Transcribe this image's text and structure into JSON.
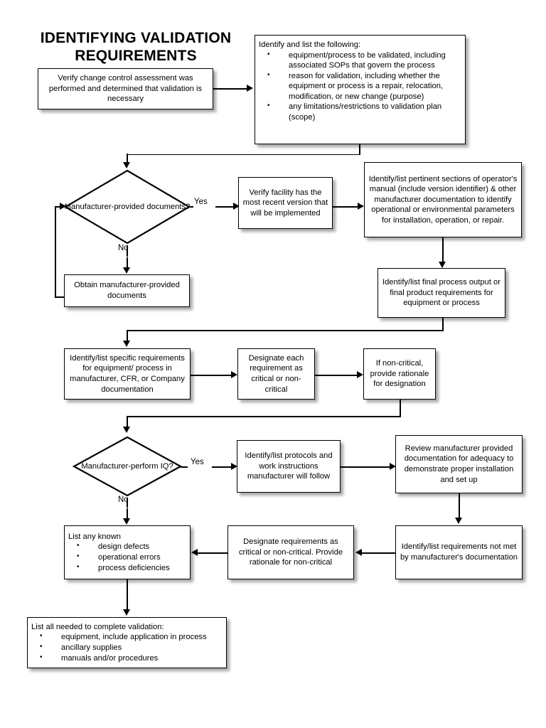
{
  "diagram": {
    "title": "IDENTIFYING VALIDATION REQUIREMENTS",
    "type": "flowchart"
  },
  "nodes": {
    "verify_change_control": {
      "text": "Verify change control assessment was performed and determined that validation is necessary"
    },
    "identify_and_list": {
      "lead": "Identify and list the following:",
      "bullets": [
        "equipment/process to be validated, including associated SOPs that govern the process",
        "reason for validation, including whether the equipment or process is a repair, relocation, modification, or new change (purpose)",
        "any limitations/restrictions to validation plan (scope)"
      ]
    },
    "manufacturer_provided_docs": {
      "text": "Manufacturer-provided documents?"
    },
    "verify_facility_version": {
      "text": "Verify facility has the most recent version that will be implemented"
    },
    "identify_pertinent_sections": {
      "text": "Identify/list pertinent sections of operator's manual (include version identifier) & other manufacturer documentation to identify operational or environmental parameters for installation, operation, or repair."
    },
    "obtain_manufacturer_docs": {
      "text": "Obtain manufacturer-provided documents"
    },
    "identify_final_process_output": {
      "text": "Identify/list final process output or final product requirements for equipment or process"
    },
    "identify_specific_requirements": {
      "text": "Identify/list specific requirements for equipment/ process in manufacturer, CFR, or Company documentation"
    },
    "designate_each_requirement": {
      "text": "Designate each requirement as critical or non-critical"
    },
    "if_non_critical_rationale": {
      "text": "If non-critical, provide rationale for designation"
    },
    "manufacturer_perform_iq": {
      "text": "Manufacturer-perform IQ?"
    },
    "identify_protocols": {
      "text": "Identify/list protocols and work instructions manufacturer will follow"
    },
    "review_manufacturer_docs": {
      "text": "Review manufacturer provided documentation for adequacy to demonstrate proper installation and set up"
    },
    "identify_requirements_not_met": {
      "text": "Identify/list requirements not met by manufacturer's documentation"
    },
    "designate_requirements_critical": {
      "text": "Designate requirements as critical or non-critical. Provide rationale for non-critical"
    },
    "list_any_known": {
      "lead": "List any known",
      "bullets": [
        "design defects",
        "operational errors",
        "process deficiencies"
      ]
    },
    "list_all_needed": {
      "lead": "List all needed to complete validation:",
      "bullets": [
        "equipment, include application in process",
        "ancillary supplies",
        "manuals and/or procedures"
      ]
    }
  },
  "edge_labels": {
    "yes_docs": "Yes",
    "no_docs": "No",
    "yes_iq": "Yes",
    "no_iq": "No"
  },
  "colors": {
    "line": "#000000",
    "node_fill": "#ffffff",
    "text": "#000000"
  }
}
